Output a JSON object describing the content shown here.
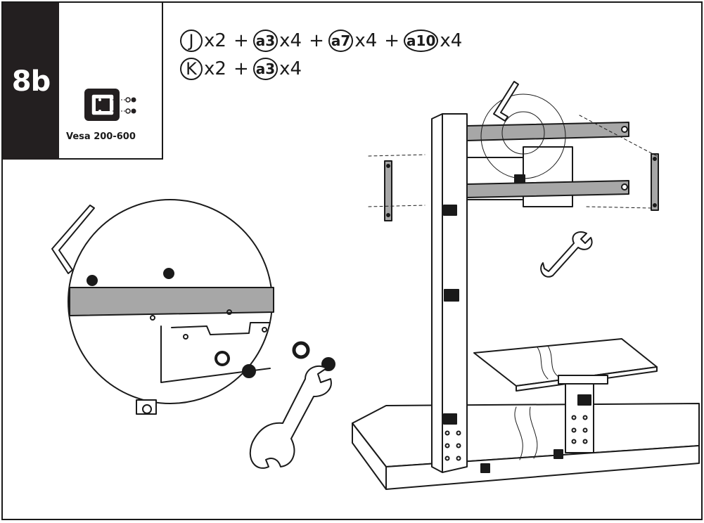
{
  "step": {
    "number": "8b"
  },
  "vesa": {
    "label": "Vesa 200-600"
  },
  "parts": {
    "row1": [
      {
        "code": "J",
        "qty": "x2"
      },
      {
        "code": "a3",
        "qty": "x4"
      },
      {
        "code": "a7",
        "qty": "x4"
      },
      {
        "code": "a10",
        "qty": "x4"
      }
    ],
    "row2": [
      {
        "code": "K",
        "qty": "x2"
      },
      {
        "code": "a3",
        "qty": "x4"
      }
    ],
    "plus": "+"
  },
  "colors": {
    "ink": "#1a1a1a",
    "rail": "#a7a7a7",
    "background": "#ffffff"
  },
  "icons": [
    "allen-key-icon",
    "wrench-icon",
    "bolt-icon",
    "washer-icon",
    "nut-icon",
    "vesa-plate-icon"
  ]
}
